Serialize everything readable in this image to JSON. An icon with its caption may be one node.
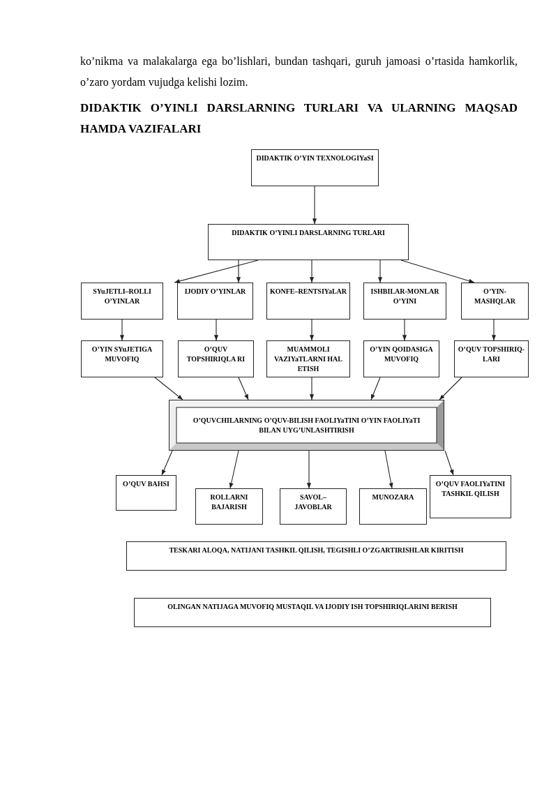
{
  "diagram": {
    "title": "DIDAKTIK O’YINLI DARSLARNING TURLARI VA ULARNING MAQSAD HAMDA VAZIFALARI",
    "nodes": [
      {
        "text": [
          "DIDAKTIK O’YIN TEXNOLOGIYaSI"
        ]
      },
      {
        "text": [
          "DIDAKTIK O’YINLI DARSLARNING TURLARI"
        ]
      },
      {
        "text": [
          "SYuJETLI–ROLLI O’YINLAR"
        ]
      },
      {
        "text": [
          "IJODIY O’YINLAR"
        ]
      },
      {
        "text": [
          "KONFE–RENTSIYaLAR"
        ]
      },
      {
        "text": [
          "ISHBILAR-MONLAR O’YINI"
        ]
      },
      {
        "text": [
          "O’YIN-MASHQLAR"
        ]
      },
      {
        "text": [
          "O’YIN SYuJETIGA MUVOFIQ"
        ]
      },
      {
        "text": [
          "O’QUV TOPSHIRIQLA RI"
        ]
      },
      {
        "text": [
          "MUAMMOLI VAZIYaTLARNI HAL ETISH"
        ]
      },
      {
        "text": [
          "O’YIN QOIDASIGA MUVOFIQ"
        ]
      },
      {
        "text": [
          "O’QUV TOPSHIRIQ-LARI"
        ]
      },
      {
        "text": [
          "O’QUVCHILARNING O’QUV-BILISH FAOLIYaTINI O’YIN FAOLIYaTI BILAN UYG’UNLASHTIRISH"
        ]
      },
      {
        "text": [
          "O’QUV BAHSI"
        ]
      },
      {
        "text": [
          "ROLLARNI BAJARISH"
        ]
      },
      {
        "text": [
          "SAVOL–JAVOBLAR"
        ]
      },
      {
        "text": [
          "MUNOZARA"
        ]
      },
      {
        "text": [
          "O’QUV FAOLIYaTINI TASHKIL QILISH"
        ]
      },
      {
        "text": [
          "TESKARI ALOQA, NATIJANI TASHKIL QILISH, TEGISHLI O’ZGARTIRISHLAR KIRITISH"
        ]
      },
      {
        "text": [
          "OLINGAN NATIJAGA MUVOFIQ MUSTAQIL VA IJODIY ISH TOPSHIRIQLARINI BERISH"
        ]
      }
    ],
    "edges": [
      {
        "from": 0,
        "to": 1,
        "arrow": "to"
      },
      {
        "from": 1,
        "to": 2,
        "arrow": "to"
      },
      {
        "from": 1,
        "to": 3,
        "arrow": "to"
      },
      {
        "from": 1,
        "to": 4,
        "arrow": "to"
      },
      {
        "from": 1,
        "to": 5,
        "arrow": "to"
      },
      {
        "from": 1,
        "to": 6,
        "arrow": "to"
      },
      {
        "from": 2,
        "to": 7,
        "arrow": "to"
      },
      {
        "from": 3,
        "to": 8,
        "arrow": "to"
      },
      {
        "from": 4,
        "to": 9,
        "arrow": "to"
      },
      {
        "from": 5,
        "to": 10,
        "arrow": "to"
      },
      {
        "from": 6,
        "to": 11,
        "arrow": "to"
      },
      {
        "from": 7,
        "to": 12,
        "arrow": "to"
      },
      {
        "from": 8,
        "to": 12,
        "arrow": "to"
      },
      {
        "from": 9,
        "to": 12,
        "arrow": "to"
      },
      {
        "from": 10,
        "to": 12,
        "arrow": "to"
      },
      {
        "from": 11,
        "to": 12,
        "arrow": "to"
      },
      {
        "from": 12,
        "to": 13,
        "arrow": "to"
      },
      {
        "from": 12,
        "to": 14,
        "arrow": "to"
      },
      {
        "from": 12,
        "to": 15,
        "arrow": "to"
      },
      {
        "from": 12,
        "to": 16,
        "arrow": "to"
      },
      {
        "from": 12,
        "to": 17,
        "arrow": "to"
      }
    ],
    "labels": [
      "ko’nikma va malakalarga ega bo’lishlari, bundan tashqari, guruh jamoasi o’rtasida hamkorlik, o’zaro yordam vujudga kelishi lozim."
    ]
  }
}
